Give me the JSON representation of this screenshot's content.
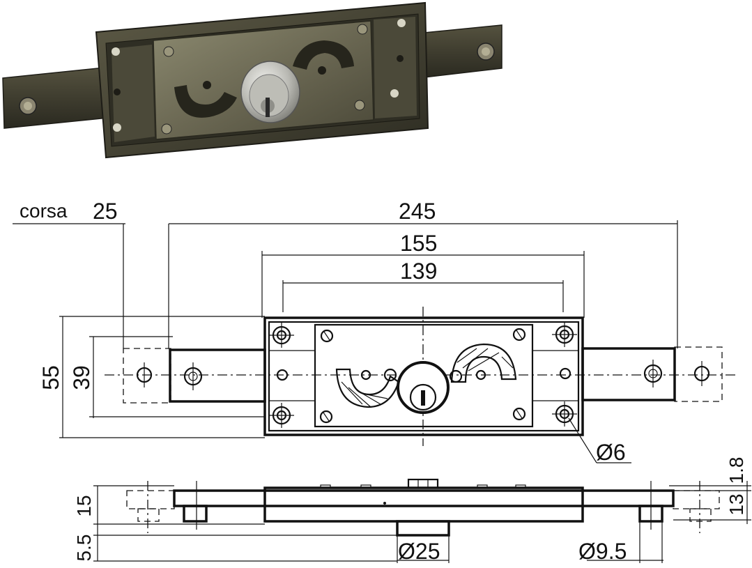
{
  "dimensions": {
    "corsa_label": "corsa",
    "corsa_value": "25",
    "overall_length": "245",
    "body_length": "155",
    "hole_spacing": "139",
    "overall_height": "55",
    "bolt_height": "39",
    "screw_hole": "Ø6",
    "cylinder_diameter": "Ø25",
    "bolt_pin_diameter": "Ø9.5",
    "side_15": "15",
    "side_55": "5.5",
    "side_13": "13",
    "side_18": "1.8"
  },
  "colors": {
    "line": "#111111",
    "metal_dark": "#3b3a2c",
    "metal_mid": "#6d6a52",
    "metal_light": "#a9a68a",
    "cylinder": "#c9c9c4"
  }
}
